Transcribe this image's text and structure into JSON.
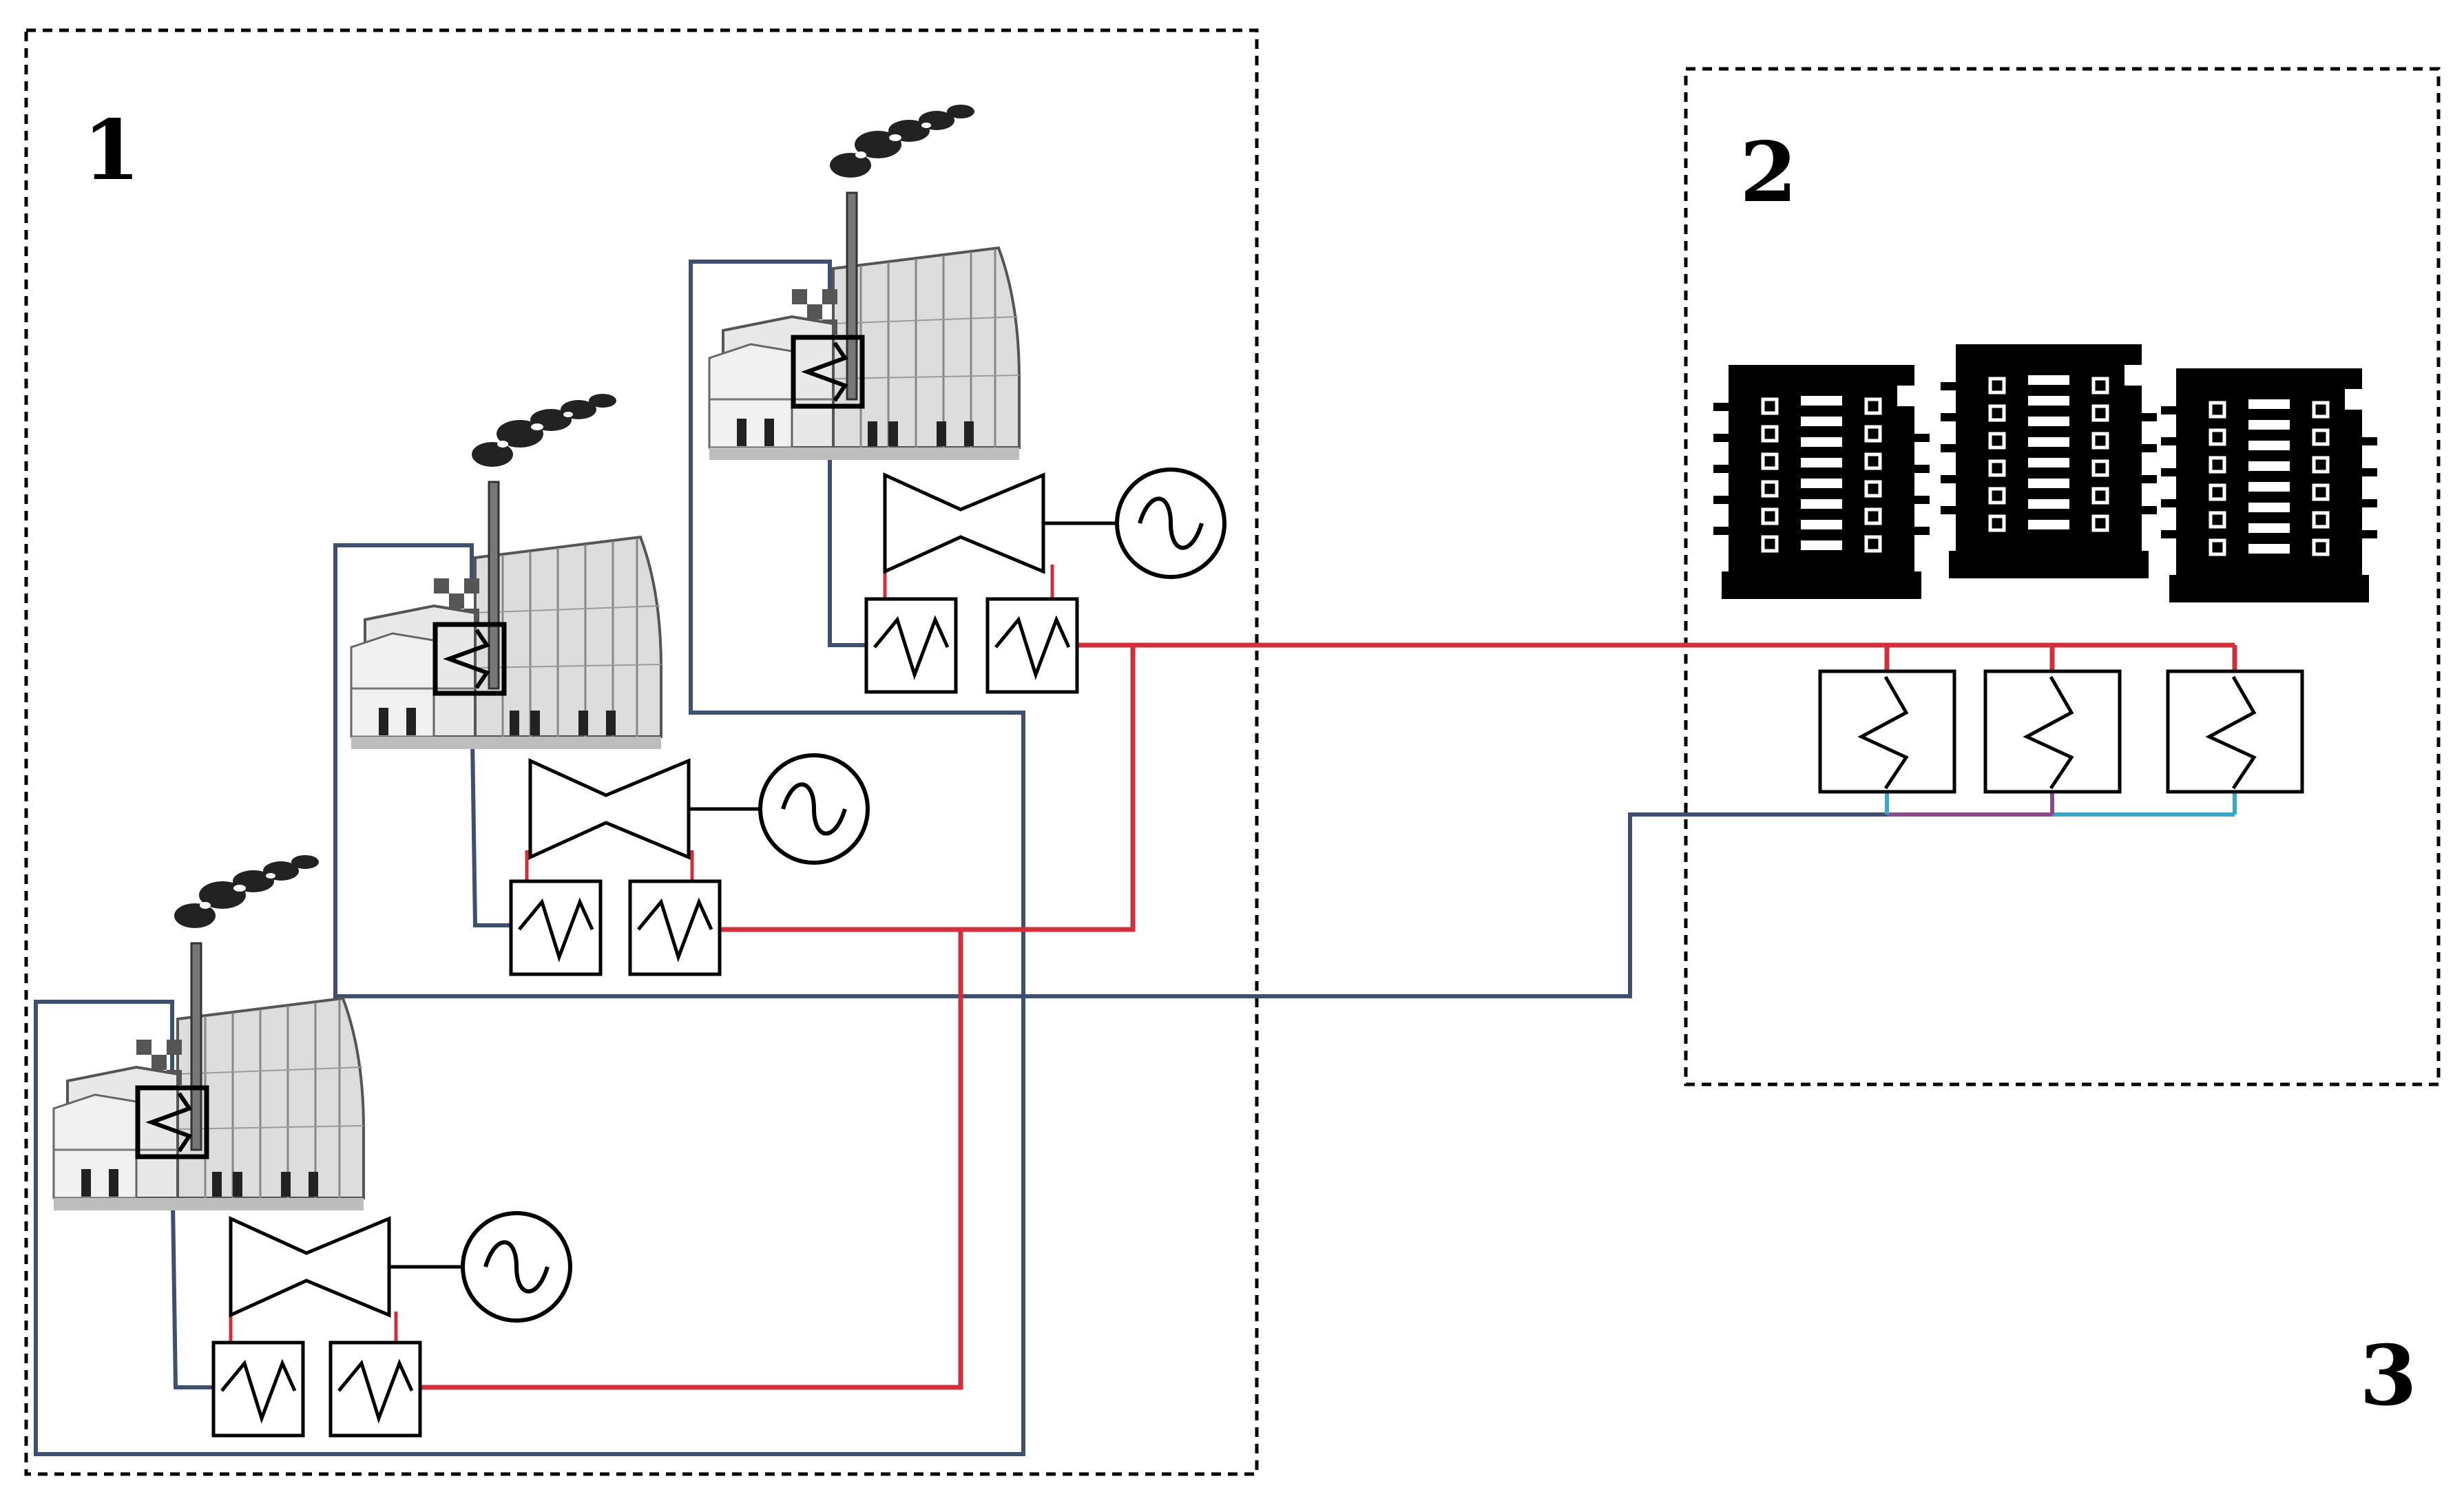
{
  "labels": {
    "zone_1": "1",
    "zone_2": "2",
    "zone_3": "3"
  },
  "colors": {
    "supply_line": "#d12f3c",
    "return_line": "#3f4f6f",
    "return_line_cool": "#3aa7c7",
    "return_line_mixed": "#8a4a8a",
    "outline": "#000000",
    "smoke": "#222222",
    "plant_body": "#e6e6e6",
    "building": "#000000"
  },
  "diagram": {
    "plant_count": 3,
    "building_count": 3,
    "consumer_exchanger_count": 3,
    "elements": {
      "plant": "power-plant-icon",
      "chimney_smoke": "smoke-icon",
      "boiler_exchanger": "heat-exchanger-icon",
      "turbine": "turbine-icon",
      "generator": "generator-icon",
      "plant_exchangers": "heat-exchanger-icon",
      "building": "apartment-building-icon",
      "consumer_exchanger": "heat-exchanger-icon"
    }
  }
}
